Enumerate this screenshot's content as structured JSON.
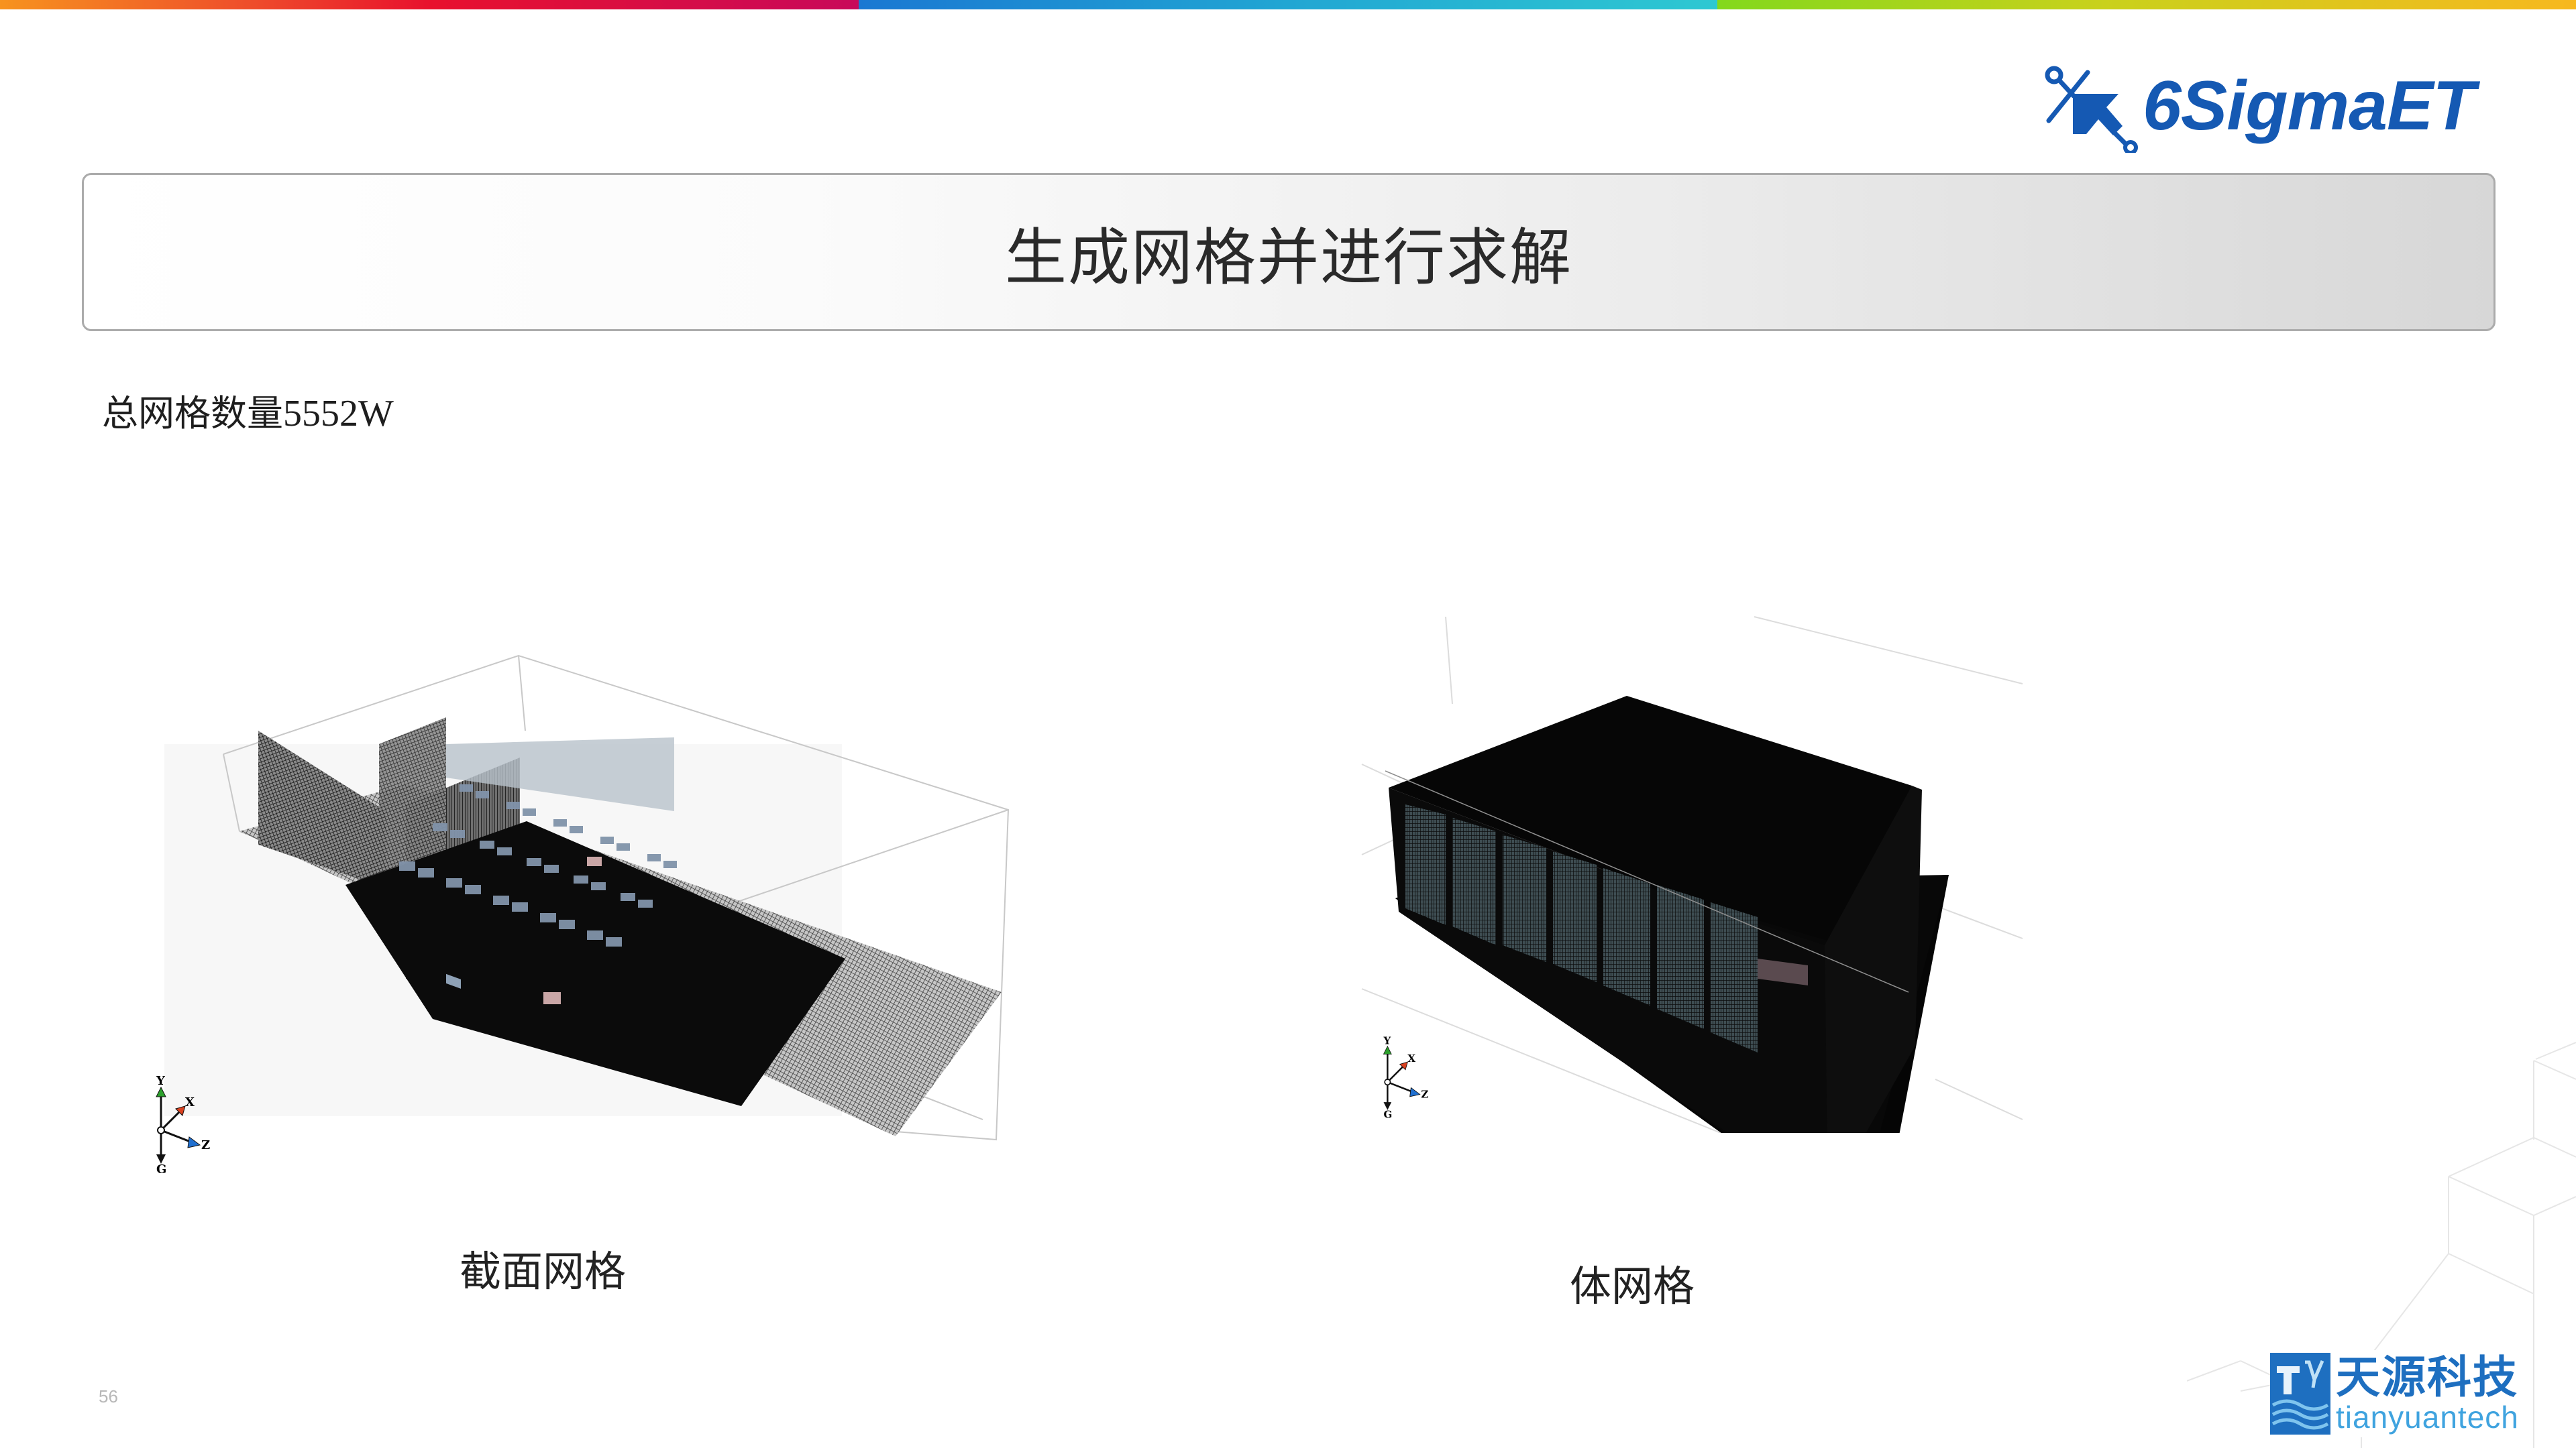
{
  "slide": {
    "page_number": "56",
    "title": "生成网格并进行求解",
    "summary": {
      "label": "总网格数量",
      "value": "5552W"
    }
  },
  "header": {
    "brand_logo": {
      "text": "6SigmaET",
      "icon": "cursor-cross-icon",
      "color": "#1559b3"
    },
    "color_bar": [
      "#f7931e",
      "#e8112d",
      "#c8095a",
      "#1a78d2",
      "#2ec8d2",
      "#83d81c",
      "#f7b81f"
    ]
  },
  "figures": [
    {
      "caption": "截面网格",
      "description": "section-plane mesh render",
      "axis_triad": {
        "up": "Y",
        "x": "X",
        "z": "Z",
        "gravity": "G"
      }
    },
    {
      "caption": "体网格",
      "description": "volume mesh render",
      "axis_triad": {
        "up": "Y",
        "x": "X",
        "z": "Z",
        "gravity": "G"
      }
    }
  ],
  "footer": {
    "company_logo": {
      "cn": "天源科技",
      "en": "tianyuantech",
      "badge": "TY",
      "color": "#1e6fc0",
      "accent": "#3fa3df"
    }
  },
  "axis_colors": {
    "y": "#2ca02c",
    "x": "#d9401f",
    "z": "#1f6fd0",
    "g": "#111111"
  }
}
